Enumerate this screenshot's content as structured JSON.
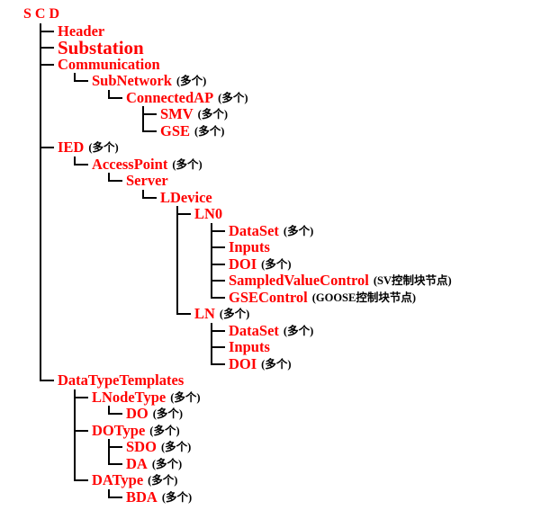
{
  "diagram": {
    "title": "SCD",
    "description": "SCD file structure tree",
    "text_color": "#ff0000",
    "annotation_color": "#000000",
    "line_color": "#000000",
    "rows": [
      {
        "label": "SCD",
        "cells": [],
        "annotation": "",
        "size": "root"
      },
      {
        "label": "Header",
        "cells": [
          "t"
        ],
        "annotation": ""
      },
      {
        "label": "Substation",
        "cells": [
          "t"
        ],
        "annotation": "",
        "size": "large"
      },
      {
        "label": "Communication",
        "cells": [
          "t"
        ],
        "annotation": ""
      },
      {
        "label": "SubNetwork",
        "cells": [
          "v",
          "l"
        ],
        "annotation": "(多个)"
      },
      {
        "label": "ConnectedAP",
        "cells": [
          "v",
          "",
          "l"
        ],
        "annotation": "(多个)"
      },
      {
        "label": "SMV",
        "cells": [
          "v",
          "",
          "",
          "t"
        ],
        "annotation": "(多个)"
      },
      {
        "label": "GSE",
        "cells": [
          "v",
          "",
          "",
          "l"
        ],
        "annotation": "(多个)"
      },
      {
        "label": "IED",
        "cells": [
          "t"
        ],
        "annotation": "(多个)"
      },
      {
        "label": "AccessPoint",
        "cells": [
          "v",
          "l"
        ],
        "annotation": "(多个)"
      },
      {
        "label": "Server",
        "cells": [
          "v",
          "",
          "l"
        ],
        "annotation": ""
      },
      {
        "label": "LDevice",
        "cells": [
          "v",
          "",
          "",
          "l"
        ],
        "annotation": ""
      },
      {
        "label": "LN0",
        "cells": [
          "v",
          "",
          "",
          "",
          "t"
        ],
        "annotation": ""
      },
      {
        "label": "DataSet",
        "cells": [
          "v",
          "",
          "",
          "",
          "v",
          "t"
        ],
        "annotation": "(多个)"
      },
      {
        "label": "Inputs",
        "cells": [
          "v",
          "",
          "",
          "",
          "v",
          "t"
        ],
        "annotation": ""
      },
      {
        "label": "DOI",
        "cells": [
          "v",
          "",
          "",
          "",
          "v",
          "t"
        ],
        "annotation": "(多个)"
      },
      {
        "label": "SampledValueControl",
        "cells": [
          "v",
          "",
          "",
          "",
          "v",
          "t"
        ],
        "annotation": "(SV控制块节点)"
      },
      {
        "label": "GSEControl",
        "cells": [
          "v",
          "",
          "",
          "",
          "v",
          "l"
        ],
        "annotation": "(GOOSE控制块节点)"
      },
      {
        "label": "LN",
        "cells": [
          "v",
          "",
          "",
          "",
          "l"
        ],
        "annotation": "(多个)"
      },
      {
        "label": "DataSet",
        "cells": [
          "v",
          "",
          "",
          "",
          "",
          "t"
        ],
        "annotation": "(多个)"
      },
      {
        "label": "Inputs",
        "cells": [
          "v",
          "",
          "",
          "",
          "",
          "t"
        ],
        "annotation": ""
      },
      {
        "label": "DOI",
        "cells": [
          "v",
          "",
          "",
          "",
          "",
          "l"
        ],
        "annotation": "(多个)"
      },
      {
        "label": "DataTypeTemplates",
        "cells": [
          "l"
        ],
        "annotation": ""
      },
      {
        "label": "LNodeType",
        "cells": [
          "",
          "t"
        ],
        "annotation": "(多个)"
      },
      {
        "label": "DO",
        "cells": [
          "",
          "v",
          "l"
        ],
        "annotation": "(多个)"
      },
      {
        "label": "DOType",
        "cells": [
          "",
          "t"
        ],
        "annotation": "(多个)"
      },
      {
        "label": "SDO",
        "cells": [
          "",
          "v",
          "t"
        ],
        "annotation": "(多个)"
      },
      {
        "label": "DA",
        "cells": [
          "",
          "v",
          "l"
        ],
        "annotation": "(多个)"
      },
      {
        "label": "DAType",
        "cells": [
          "",
          "l"
        ],
        "annotation": "(多个)"
      },
      {
        "label": "BDA",
        "cells": [
          "",
          "",
          "l"
        ],
        "annotation": "(多个)"
      }
    ]
  }
}
